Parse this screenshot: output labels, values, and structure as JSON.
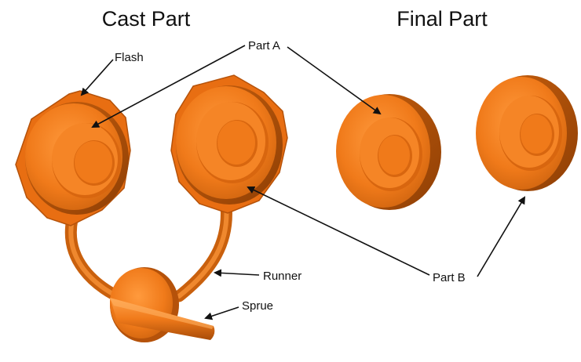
{
  "titles": {
    "cast_part": "Cast Part",
    "final_part": "Final Part"
  },
  "labels": {
    "flash": "Flash",
    "part_a": "Part A",
    "part_b": "Part B",
    "runner": "Runner",
    "sprue": "Sprue"
  },
  "colors": {
    "part_base": "#f07a1a",
    "part_light": "#ff9a3d",
    "part_dark": "#b5520a",
    "part_shadow": "#8f3f05",
    "text": "#111111",
    "background": "#ffffff"
  }
}
